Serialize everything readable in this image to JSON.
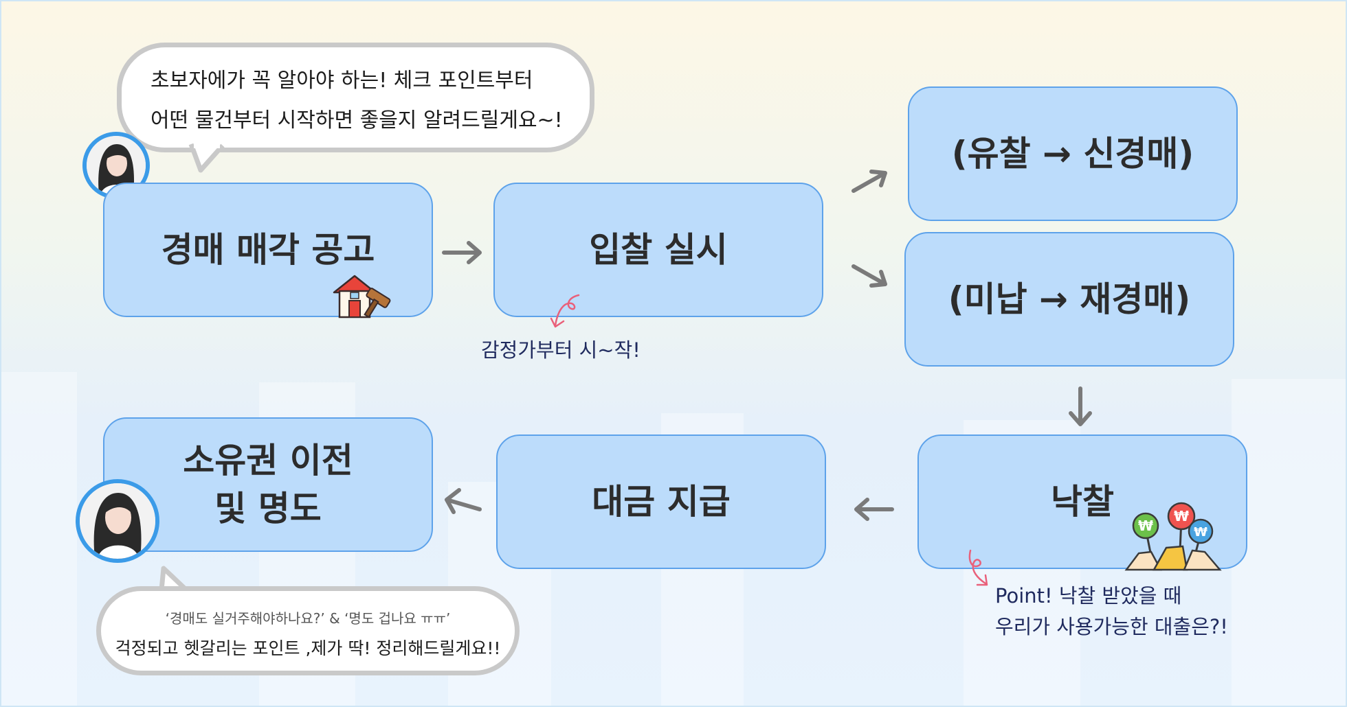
{
  "steps": {
    "auction_notice": "경매 매각 공고",
    "bidding": "입찰 실시",
    "failed_bid": "(유찰 → 신경매)",
    "nonpayment": "(미납 → 재경매)",
    "winning_bid": "낙찰",
    "payment": "대금 지급",
    "ownership": "소유권 이전\n및 명도"
  },
  "bubbles": {
    "top": {
      "line1": "초보자에가 꼭 알아야 하는! 체크 포인트부터",
      "line2": "어떤 물건부터 시작하면 좋을지 알려드릴게요~!"
    },
    "bottom": {
      "line1": "‘경매도 실거주해야하나요?’ & ‘명도 겁나요 ㅠㅠ’",
      "line2": "걱정되고 헷갈리는 포인트 ,제가 딱! 정리해드릴게요!!"
    }
  },
  "notes": {
    "appraisal": "감정가부터 시~작!",
    "point": "Point! 낙찰 받았을 때\n우리가 사용가능한 대출은?!"
  },
  "icons": {
    "house_gavel": "house-gavel-icon",
    "won_balloons": "won-balloons-icon",
    "won_symbol": "₩"
  },
  "colors": {
    "box_fill": "#bcdcfb",
    "box_border": "#5da2ea",
    "arrow": "#7a7a7a",
    "note_text": "#1f2a5e",
    "pink_arrow": "#e9607a",
    "avatar_ring": "#3b9be8"
  }
}
